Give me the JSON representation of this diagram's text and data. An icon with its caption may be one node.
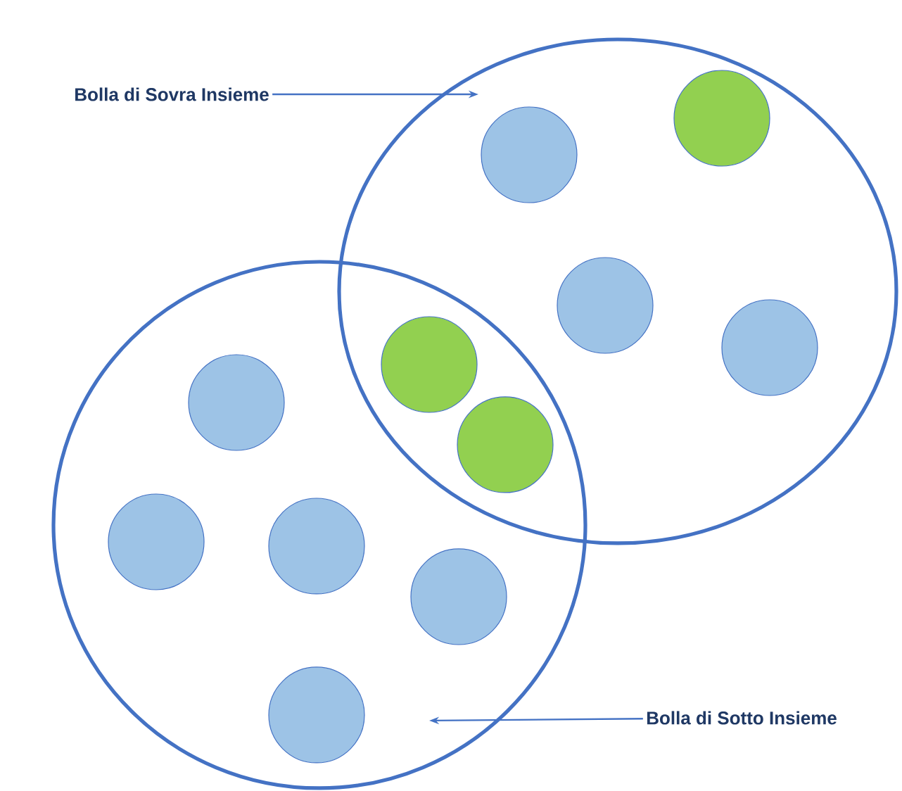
{
  "diagram": {
    "nodes": [
      {
        "text": [
          "Bolla di Sovra Insieme"
        ]
      },
      {
        "text": [],
        "shape": "circle"
      },
      {
        "text": [],
        "shape": "circle"
      },
      {
        "text": [
          "Bolla di Sotto Insieme"
        ]
      }
    ],
    "edges": [
      {
        "from": 0,
        "to": 1,
        "arrow": "to"
      },
      {
        "from": 3,
        "to": 2,
        "arrow": "to"
      }
    ]
  }
}
